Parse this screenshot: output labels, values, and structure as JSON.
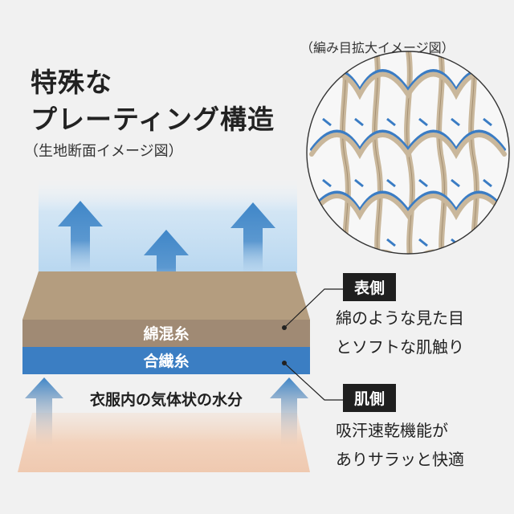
{
  "title": {
    "line1": "特殊な",
    "line2": "プレーティング構造"
  },
  "subtitle": "（生地断面イメージ図）",
  "knit_caption": "（編み目拡大イメージ図）",
  "layers": {
    "outer": "綿混糸",
    "inner": "合繊糸"
  },
  "moisture_label": "衣服内の気体状の水分",
  "callouts": {
    "outer": {
      "badge": "表側",
      "line1": "綿のような見た目",
      "line2": "とソフトな肌触り"
    },
    "inner": {
      "badge": "肌側",
      "line1": "吸汗速乾機能が",
      "line2": "ありサラッと快適"
    }
  },
  "colors": {
    "background": "#f1f1f1",
    "outer_layer": "#a08a74",
    "outer_layer_top": "#b49d7f",
    "inner_layer": "#3b7ec3",
    "skin": "#f2d2bc",
    "arrow": "#3f86c8",
    "knit_tan": "#c9b79b",
    "knit_blue": "#3a7cc4",
    "badge": "#1f1f1f"
  },
  "icons": [
    "up-arrow-icon",
    "knit-pattern-icon"
  ]
}
